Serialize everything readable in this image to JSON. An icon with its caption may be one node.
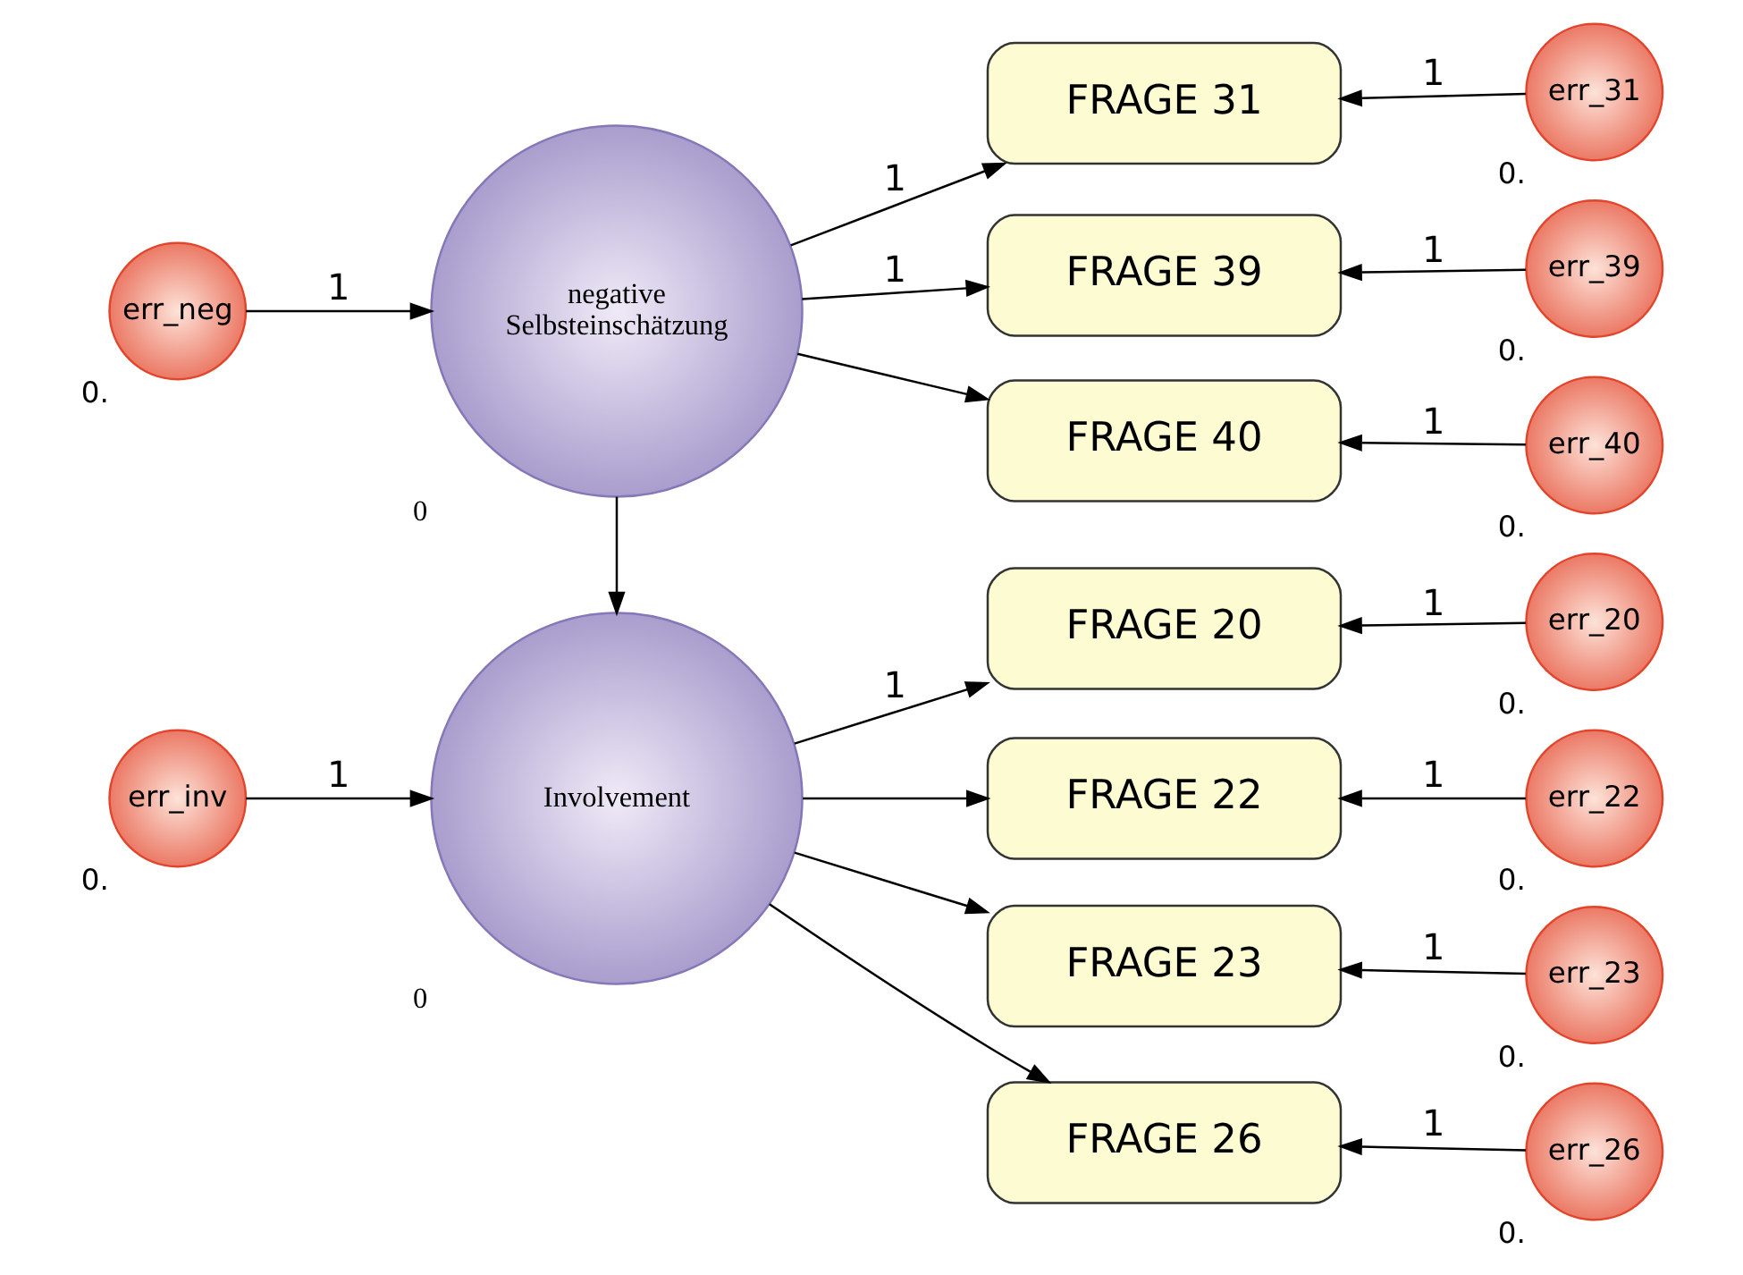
{
  "diagram": {
    "nodes": [
      {
        "text": [
          "err_neg"
        ],
        "beside": [
          "0."
        ]
      },
      {
        "text": [
          "negative Selbsteinschätzung"
        ],
        "beside": [
          "0"
        ]
      },
      {
        "text": [
          "FRAGE 31"
        ]
      },
      {
        "text": [
          "err_31"
        ],
        "beside": [
          "0."
        ]
      },
      {
        "text": [
          "FRAGE 39"
        ]
      },
      {
        "text": [
          "err_39"
        ],
        "beside": [
          "0."
        ]
      },
      {
        "text": [
          "FRAGE 40"
        ]
      },
      {
        "text": [
          "err_40"
        ],
        "beside": [
          "0."
        ]
      },
      {
        "text": [
          "err_inv"
        ],
        "beside": [
          "0."
        ]
      },
      {
        "text": [
          "Involvement"
        ],
        "beside": [
          "0"
        ]
      },
      {
        "text": [
          "FRAGE 20"
        ]
      },
      {
        "text": [
          "err_20"
        ],
        "beside": [
          "0."
        ]
      },
      {
        "text": [
          "FRAGE 22"
        ]
      },
      {
        "text": [
          "err_22"
        ],
        "beside": [
          "0."
        ]
      },
      {
        "text": [
          "FRAGE 23"
        ]
      },
      {
        "text": [
          "err_23"
        ],
        "beside": [
          "0."
        ]
      },
      {
        "text": [
          "FRAGE 26"
        ]
      },
      {
        "text": [
          "err_26"
        ],
        "beside": [
          "0."
        ]
      }
    ],
    "edges": [
      {
        "from": 0,
        "to": 1,
        "arrow": "to",
        "label": "1"
      },
      {
        "from": 1,
        "to": 2,
        "arrow": "to",
        "label": "1"
      },
      {
        "from": 1,
        "to": 4,
        "arrow": "to",
        "label": "1"
      },
      {
        "from": 1,
        "to": 6,
        "arrow": "to"
      },
      {
        "from": 3,
        "to": 2,
        "arrow": "to",
        "label": "1"
      },
      {
        "from": 5,
        "to": 4,
        "arrow": "to",
        "label": "1"
      },
      {
        "from": 7,
        "to": 6,
        "arrow": "to",
        "label": "1"
      },
      {
        "from": 1,
        "to": 9,
        "arrow": "to"
      },
      {
        "from": 8,
        "to": 9,
        "arrow": "to",
        "label": "1"
      },
      {
        "from": 9,
        "to": 10,
        "arrow": "to",
        "label": "1"
      },
      {
        "from": 9,
        "to": 12,
        "arrow": "to"
      },
      {
        "from": 9,
        "to": 14,
        "arrow": "to"
      },
      {
        "from": 9,
        "to": 16,
        "arrow": "to"
      },
      {
        "from": 11,
        "to": 10,
        "arrow": "to",
        "label": "1"
      },
      {
        "from": 13,
        "to": 12,
        "arrow": "to",
        "label": "1"
      },
      {
        "from": 15,
        "to": 14,
        "arrow": "to",
        "label": "1"
      },
      {
        "from": 17,
        "to": 16,
        "arrow": "to",
        "label": "1"
      }
    ]
  }
}
